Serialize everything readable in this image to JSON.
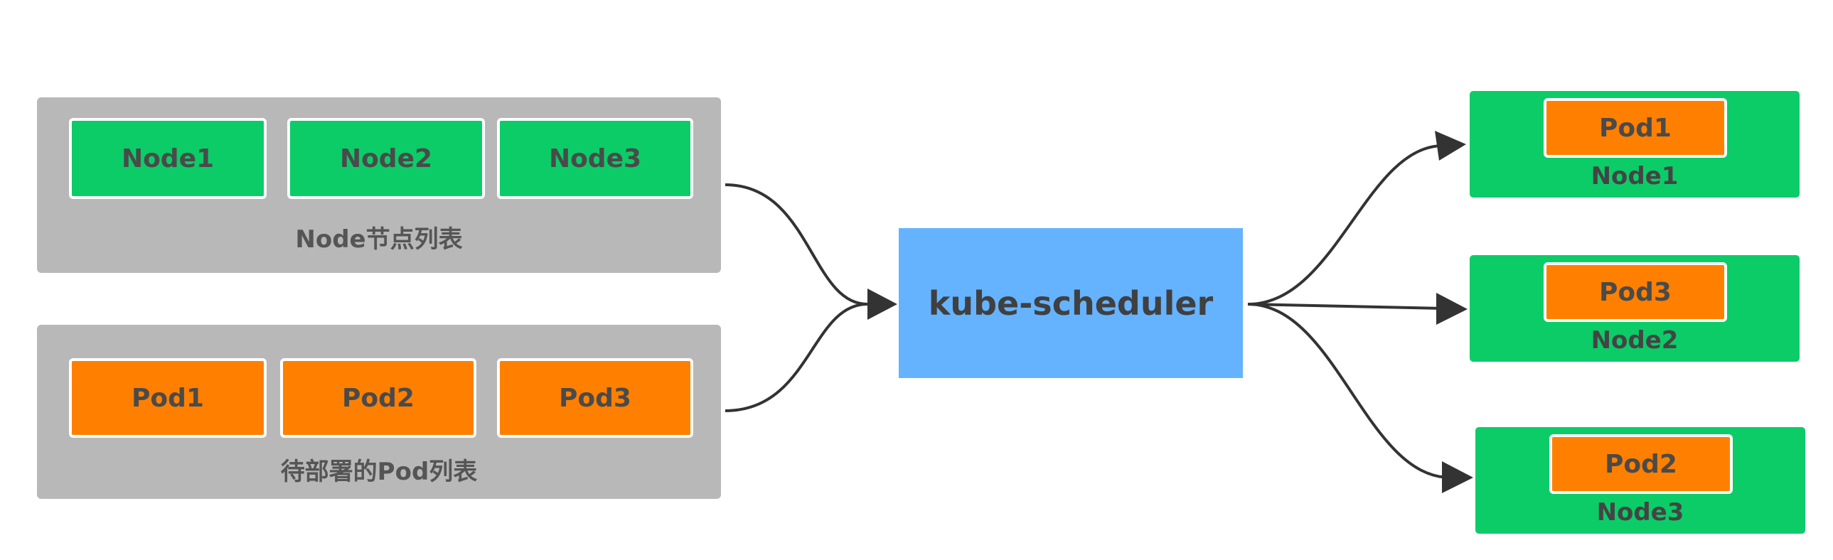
{
  "node_list": {
    "nodes": [
      "Node1",
      "Node2",
      "Node3"
    ],
    "label": "Node节点列表"
  },
  "pod_list": {
    "pods": [
      "Pod1",
      "Pod2",
      "Pod3"
    ],
    "label": "待部署的Pod列表"
  },
  "scheduler": {
    "label": "kube-scheduler"
  },
  "results": [
    {
      "pod": "Pod1",
      "node": "Node1"
    },
    {
      "pod": "Pod3",
      "node": "Node2"
    },
    {
      "pod": "Pod2",
      "node": "Node3"
    }
  ],
  "colors": {
    "node_green": "#0ccc68",
    "pod_orange": "#ff8000",
    "panel_gray": "#b8b8b8",
    "scheduler_blue": "#65b3ff",
    "arrow": "#333333"
  }
}
